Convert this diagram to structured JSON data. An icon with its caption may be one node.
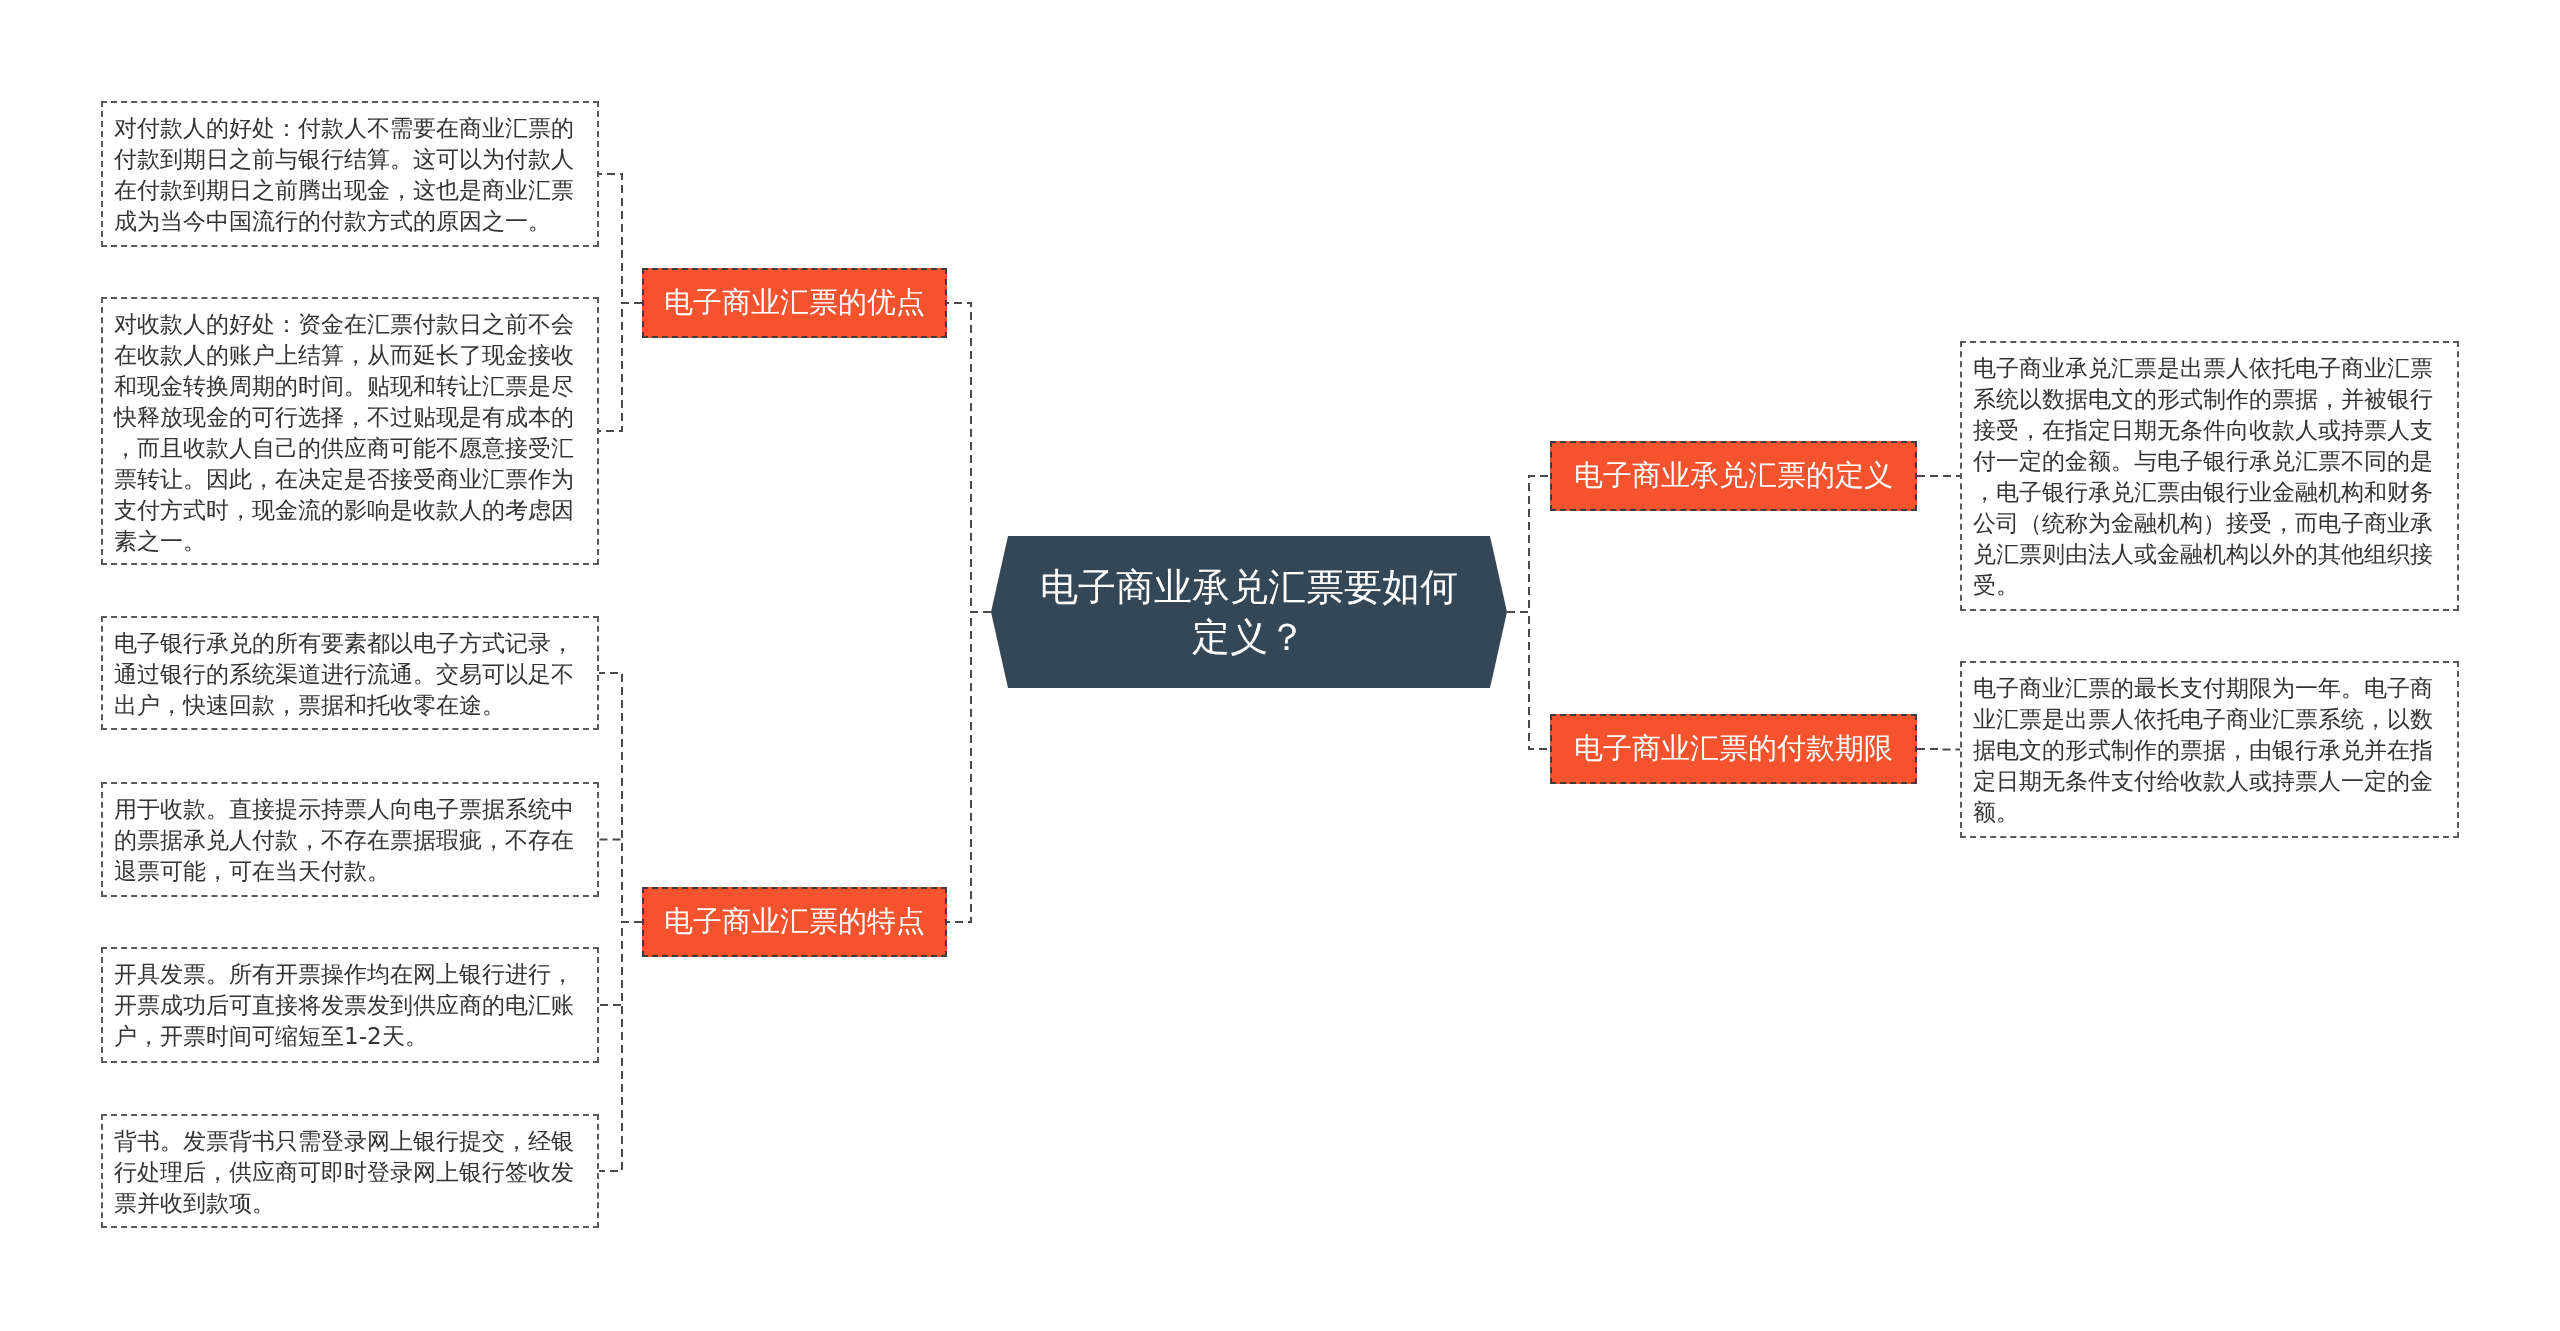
{
  "diagram": {
    "nodes": [
      {
        "text": [
          "电子商业承兑汇票要如何定义？"
        ]
      },
      {
        "text": [
          "电子商业汇票的优点"
        ]
      },
      {
        "text": [
          "对付款人的好处：付款人不需要在商业汇票的付款到期日之前与银行结算。这可以为付款人在付款到期日之前腾出现金，这也是商业汇票成为当今中国流行的付款方式的原因之一。"
        ]
      },
      {
        "text": [
          "对收款人的好处：资金在汇票付款日之前不会在收款人的账户上结算，从而延长了现金接收和现金转换周期的时间。贴现和转让汇票是尽快释放现金的可行选择，不过贴现是有成本的，而且收款人自己的供应商可能不愿意接受汇票转让。因此，在决定是否接受商业汇票作为支付方式时，现金流的影响是收款人的考虑因素之一。"
        ]
      },
      {
        "text": [
          "电子商业汇票的特点"
        ]
      },
      {
        "text": [
          "电子银行承兑的所有要素都以电子方式记录，通过银行的系统渠道进行流通。交易可以足不出户，快速回款，票据和托收零在途。"
        ]
      },
      {
        "text": [
          "用于收款。直接提示持票人向电子票据系统中的票据承兑人付款，不存在票据瑕疵，不存在退票可能，可在当天付款。"
        ]
      },
      {
        "text": [
          "开具发票。所有开票操作均在网上银行进行，开票成功后可直接将发票发到供应商的电汇账户，开票时间可缩短至1-2天。"
        ]
      },
      {
        "text": [
          "背书。发票背书只需登录网上银行提交，经银行处理后，供应商可即时登录网上银行签收发票并收到款项。"
        ]
      },
      {
        "text": [
          "电子商业承兑汇票的定义"
        ]
      },
      {
        "text": [
          "电子商业承兑汇票是出票人依托电子商业汇票系统以数据电文的形式制作的票据，并被银行接受，在指定日期无条件向收款人或持票人支付一定的金额。与电子银行承兑汇票不同的是，电子银行承兑汇票由银行业金融机构和财务公司（统称为金融机构）接受，而电子商业承兑汇票则由法人或金融机构以外的其他组织接受。"
        ]
      },
      {
        "text": [
          "电子商业汇票的付款期限"
        ]
      },
      {
        "text": [
          "电子商业汇票的最长支付期限为一年。电子商业汇票是出票人依托电子商业汇票系统，以数据电文的形式制作的票据，由银行承兑并在指定日期无条件支付给收款人或持票人一定的金额。"
        ]
      }
    ],
    "edges": [
      {
        "from": 0,
        "to": 1,
        "arrow": "none",
        "style": "dashed"
      },
      {
        "from": 1,
        "to": 2,
        "arrow": "none",
        "style": "dashed"
      },
      {
        "from": 1,
        "to": 3,
        "arrow": "none",
        "style": "dashed"
      },
      {
        "from": 0,
        "to": 4,
        "arrow": "none",
        "style": "dashed"
      },
      {
        "from": 4,
        "to": 5,
        "arrow": "none",
        "style": "dashed"
      },
      {
        "from": 4,
        "to": 6,
        "arrow": "none",
        "style": "dashed"
      },
      {
        "from": 4,
        "to": 7,
        "arrow": "none",
        "style": "dashed"
      },
      {
        "from": 4,
        "to": 8,
        "arrow": "none",
        "style": "dashed"
      },
      {
        "from": 0,
        "to": 9,
        "arrow": "none",
        "style": "dashed"
      },
      {
        "from": 9,
        "to": 10,
        "arrow": "none",
        "style": "dashed"
      },
      {
        "from": 0,
        "to": 11,
        "arrow": "none",
        "style": "dashed"
      },
      {
        "from": 11,
        "to": 12,
        "arrow": "none",
        "style": "dashed"
      }
    ]
  }
}
